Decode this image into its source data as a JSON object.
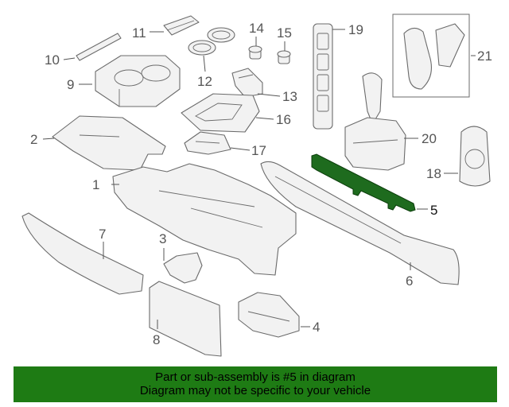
{
  "callouts": [
    {
      "id": "1",
      "label": "1"
    },
    {
      "id": "2",
      "label": "2"
    },
    {
      "id": "3",
      "label": "3"
    },
    {
      "id": "4",
      "label": "4"
    },
    {
      "id": "5",
      "label": "5"
    },
    {
      "id": "6",
      "label": "6"
    },
    {
      "id": "7",
      "label": "7"
    },
    {
      "id": "8",
      "label": "8"
    },
    {
      "id": "9",
      "label": "9"
    },
    {
      "id": "10",
      "label": "10"
    },
    {
      "id": "11",
      "label": "11"
    },
    {
      "id": "12",
      "label": "12"
    },
    {
      "id": "13",
      "label": "13"
    },
    {
      "id": "14",
      "label": "14"
    },
    {
      "id": "15",
      "label": "15"
    },
    {
      "id": "16",
      "label": "16"
    },
    {
      "id": "17",
      "label": "17"
    },
    {
      "id": "18",
      "label": "18"
    },
    {
      "id": "19",
      "label": "19"
    },
    {
      "id": "20",
      "label": "20"
    },
    {
      "id": "21",
      "label": "21"
    }
  ],
  "highlighted_part": "5",
  "colors": {
    "highlight": "#1e6b1e",
    "banner_background": "#1e7b14",
    "line_art": "#6b6b6b"
  },
  "banner": {
    "line1": "Part or sub-assembly is #5 in diagram",
    "line2": "Diagram may not be specific to your vehicle"
  }
}
